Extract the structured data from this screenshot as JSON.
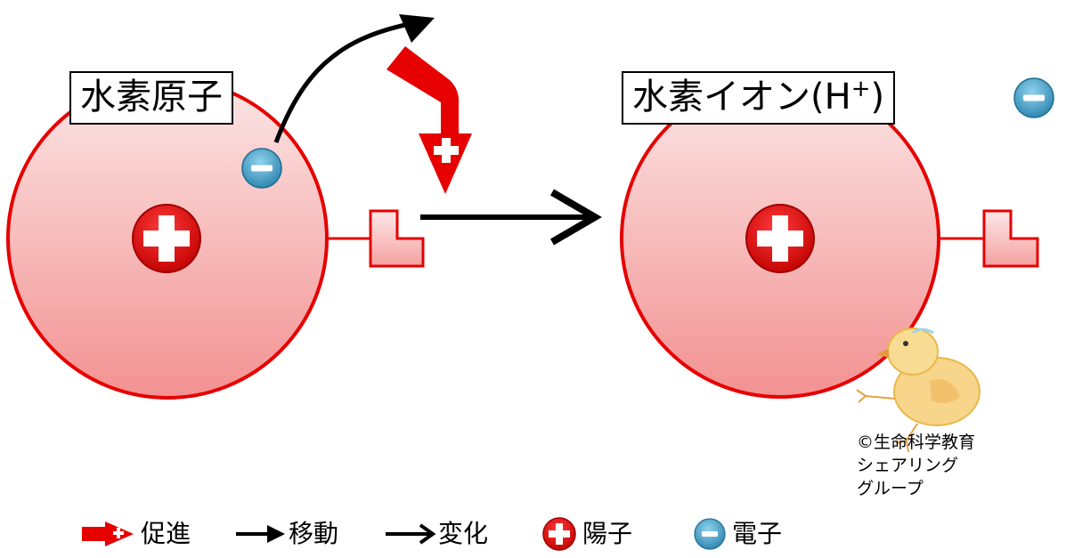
{
  "labels": {
    "atom": "水素原子",
    "ion_prefix": "水素イオン(H",
    "ion_sup": "+",
    "ion_suffix": ")"
  },
  "credit": {
    "line1": "©生命科学教育",
    "line2": "シェアリング",
    "line3": "グループ"
  },
  "legend": {
    "promote": "促進",
    "move": "移動",
    "change": "変化",
    "proton": "陽子",
    "electron": "電子"
  },
  "colors": {
    "red": "#e60000",
    "atom_fill_top": "#fbe3e3",
    "atom_fill_bottom": "#f08a8a",
    "electron": "#3b9ac2",
    "arrow": "#000000"
  }
}
